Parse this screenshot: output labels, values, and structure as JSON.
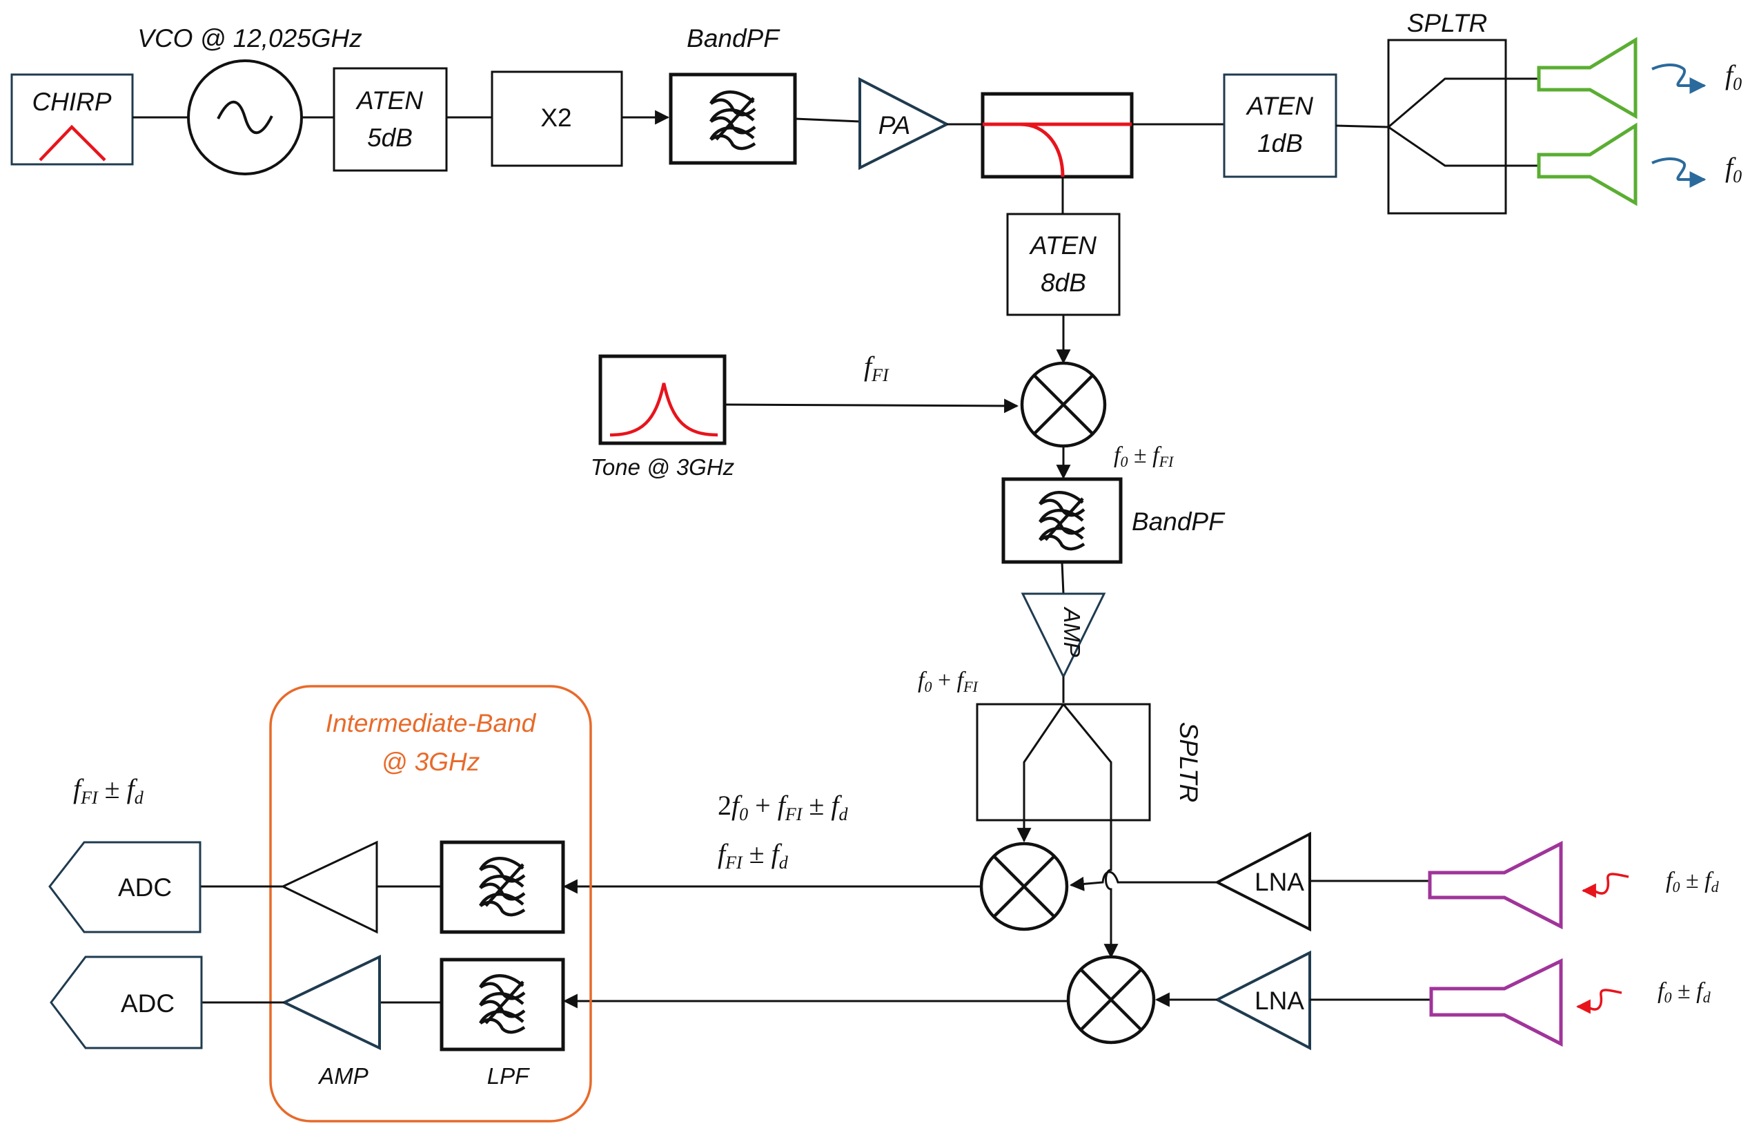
{
  "labels": {
    "chirp": "CHIRP",
    "vco": "VCO @ 12,025GHz",
    "aten1_line1": "ATEN",
    "aten1_line2": "5dB",
    "x2": "X2",
    "bandpf_top": "BandPF",
    "pa": "PA",
    "aten2_line1": "ATEN",
    "aten2_line2": "1dB",
    "splitter_tx": "SPLTR",
    "aten3_line1": "ATEN",
    "aten3_line2": "8dB",
    "tone": "Tone @ 3GHz",
    "bandpf_mid": "BandPF",
    "amp_mid": "AMP",
    "splitter_lo": "SPLTR",
    "if_band_line1": "Intermediate-Band",
    "if_band_line2": "@ 3GHz",
    "adc1": "ADC",
    "adc2": "ADC",
    "lna1": "LNA",
    "lna2": "LNA",
    "amp_bottom": "AMP",
    "lpf": "LPF"
  },
  "math": {
    "tx_out1": {
      "base": "f",
      "sub": "0"
    },
    "tx_out2": {
      "base": "f",
      "sub": "0"
    },
    "tone_freq": {
      "base": "f",
      "sub": "FI"
    },
    "mixer_out": {
      "base": "f",
      "sub": "0",
      "op": "±",
      "base2": "f",
      "sub2": "FI"
    },
    "amp_out": {
      "base": "f",
      "sub": "0",
      "op": "+",
      "base2": "f",
      "sub2": "FI"
    },
    "mix_products_1": {
      "coef": "2",
      "base": "f",
      "sub": "0",
      "op": "+",
      "base2": "f",
      "sub2": "FI",
      "op2": "±",
      "base3": "f",
      "sub3": "d"
    },
    "mix_products_2": {
      "base": "f",
      "sub": "FI",
      "op": "±",
      "base2": "f",
      "sub2": "d"
    },
    "adc_in": {
      "base": "f",
      "sub": "FI",
      "op": "±",
      "base2": "f",
      "sub2": "d"
    },
    "rx_in1": {
      "base": "f",
      "sub": "0",
      "op": "±",
      "base2": "f",
      "sub2": "d"
    },
    "rx_in2": {
      "base": "f",
      "sub": "0",
      "op": "±",
      "base2": "f",
      "sub2": "d"
    }
  },
  "colors": {
    "signal_trace": "#e8141c",
    "tx_antenna": "#5aae32",
    "rx_antenna": "#a0349a",
    "tx_wave": "#2b6a9c",
    "if_band": "#e86a2a",
    "navy_blocks": "#1f3b4f"
  }
}
